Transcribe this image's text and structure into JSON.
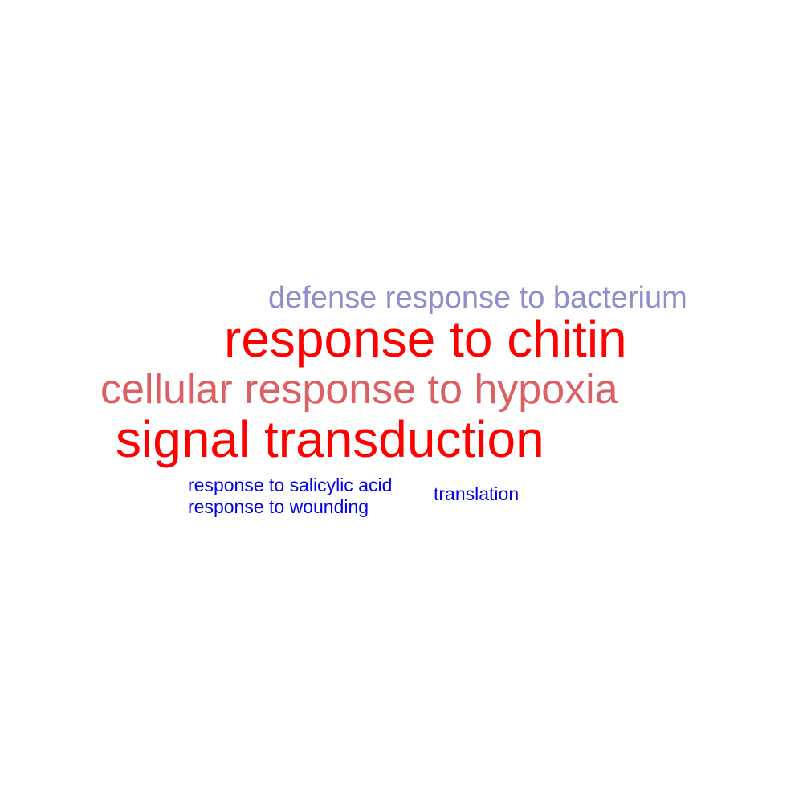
{
  "word_cloud": {
    "words": [
      {
        "text": "defense response to bacterium",
        "color": "#8e8ecc"
      },
      {
        "text": "response to chitin",
        "color": "#ff0000"
      },
      {
        "text": "cellular response to hypoxia",
        "color": "#dc5f63"
      },
      {
        "text": "signal transduction",
        "color": "#ff0000"
      },
      {
        "text": "response to salicylic acid",
        "color": "#0000ee"
      },
      {
        "text": "response to wounding",
        "color": "#0000ee"
      },
      {
        "text": "translation",
        "color": "#0000ee"
      }
    ]
  }
}
